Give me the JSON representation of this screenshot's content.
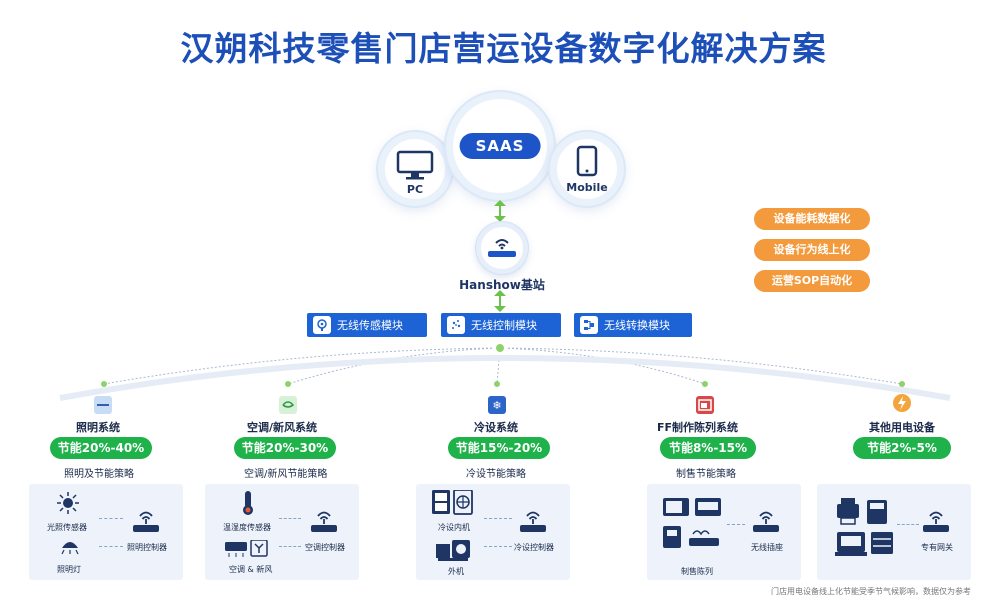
{
  "title": "汉朔科技零售门店营运设备数字化解决方案",
  "top": {
    "saas": "SAAS",
    "pc": "PC",
    "mobile": "Mobile",
    "hub": "Hanshow基站"
  },
  "modules": [
    "无线传感模块",
    "无线控制模块",
    "无线转换模块"
  ],
  "tags": [
    "设备能耗数据化",
    "设备行为线上化",
    "运营SOP自动化"
  ],
  "systems": [
    {
      "name": "照明系统",
      "saving": "节能20%-40%",
      "strategy": "照明及节能策略",
      "devices": [
        "光照传感器",
        "照明灯"
      ],
      "controller": "照明控制器"
    },
    {
      "name": "空调/新风系统",
      "saving": "节能20%-30%",
      "strategy": "空调/新风节能策略",
      "devices": [
        "温湿度传感器",
        "空调 & 新风"
      ],
      "controller": "空调控制器"
    },
    {
      "name": "冷设系统",
      "saving": "节能15%-20%",
      "strategy": "冷设节能策略",
      "devices": [
        "冷设内机",
        "外机"
      ],
      "controller": "冷设控制器"
    },
    {
      "name": "FF制作陈列系统",
      "saving": "节能8%-15%",
      "strategy": "制售节能策略",
      "devices": [
        "制售陈列"
      ],
      "controller": "无线插座"
    },
    {
      "name": "其他用电设备",
      "saving": "节能2%-5%",
      "strategy": "",
      "devices": [],
      "controller": "专有网关"
    }
  ],
  "footnote": "门店用电设备线上化节能受季节气候影响，数据仅为参考",
  "colors": {
    "primary": "#1d55c9",
    "green": "#1fb24a",
    "orange": "#f39a3c",
    "panel": "#eef3fb"
  }
}
